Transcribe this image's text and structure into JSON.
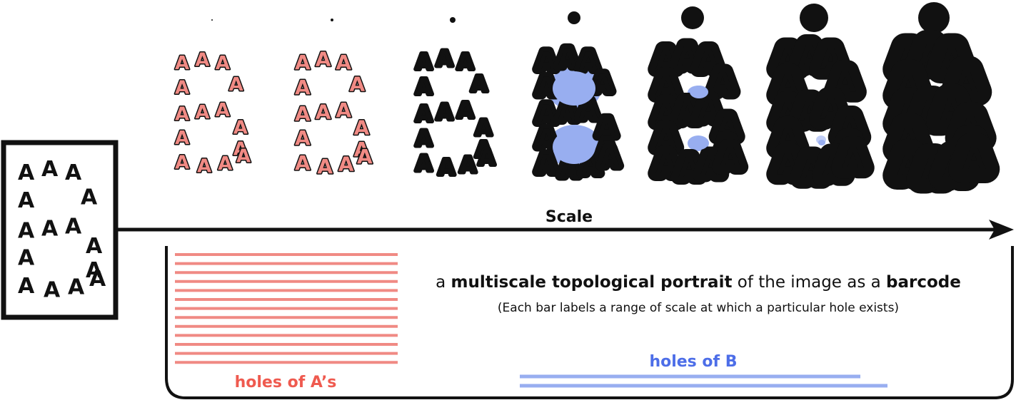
{
  "source_image": {
    "glyph": "A",
    "letter_shape": "B"
  },
  "axis": {
    "label": "Scale"
  },
  "caption": {
    "prefix": "a ",
    "bold1": "multiscale topological portrait",
    "middle": " of the image as a ",
    "bold2": "barcode",
    "subtitle": "(Each bar labels a range of scale at which a particular hole exists)"
  },
  "barcode": {
    "red_label": "holes of A’s",
    "blue_label": "holes of B",
    "red_bar_count": 13,
    "blue_bar_count": 2
  },
  "stages": {
    "count": 7,
    "levels": [
      0,
      1,
      2,
      3,
      4,
      5,
      6
    ]
  },
  "colors": {
    "ink": "#111111",
    "red_bars": "#f08a84",
    "red_label": "#ef5a4f",
    "blue_bars": "#98aef0",
    "blue_label": "#4d6ee8",
    "hole_fill": "#98aef0",
    "a_hole": "#f08a84"
  }
}
